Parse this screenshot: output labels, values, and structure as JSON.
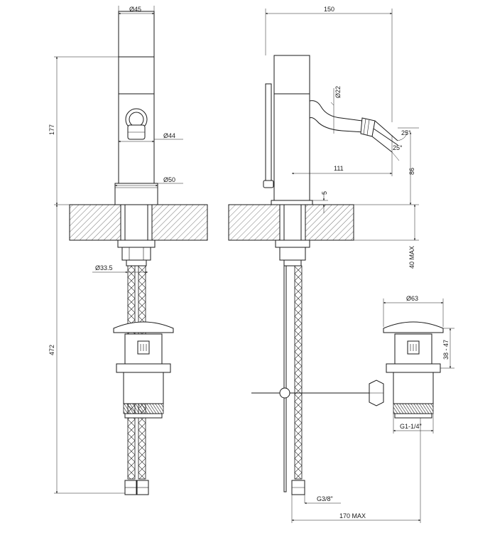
{
  "labels": {
    "front_top_diameter": "Ø45",
    "front_body_diameter": "Ø44",
    "front_base_diameter": "Ø50",
    "front_shank_diameter": "Ø33.5",
    "overall_height": "177",
    "total_height": "472",
    "side_width": "150",
    "spout_diameter": "Ø22",
    "angle_top": "25°",
    "angle_bottom": "25°",
    "spout_reach": "111",
    "spout_height": "86",
    "deck_offset": "5",
    "deck_thickness": "40 MAX",
    "waste_diameter": "Ø63",
    "waste_adjust": "38 - 47",
    "waste_thread": "G1-1/4\"",
    "inlet_thread": "G3/8\"",
    "max_reach": "170 MAX"
  },
  "colors": {
    "line": "#1a1a1a",
    "background": "#ffffff"
  }
}
